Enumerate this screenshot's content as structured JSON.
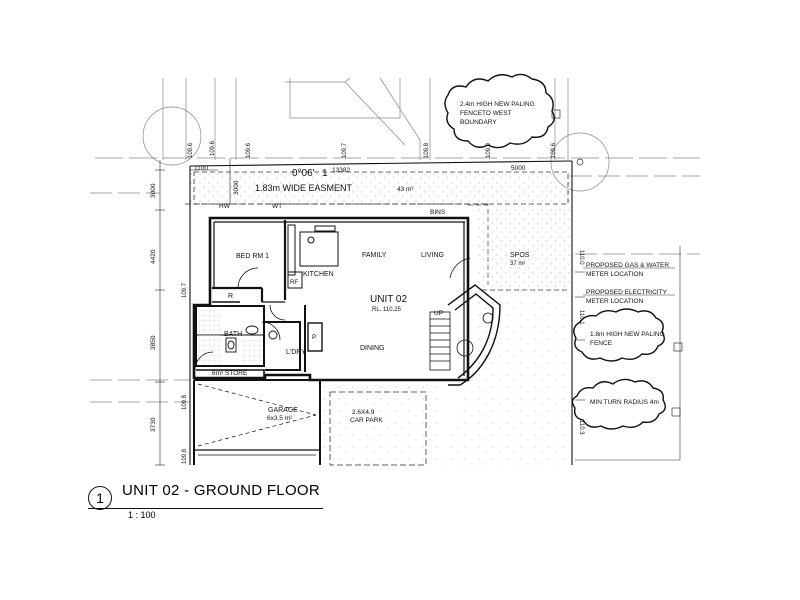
{
  "drawing": {
    "title": "UNIT 02 - GROUND FLOOR",
    "view_number": "1",
    "scale": "1 : 100"
  },
  "bearings": {
    "top_bearing": "0°06'",
    "bearing_partial": "1",
    "top_dimension": "13382"
  },
  "dimensions": {
    "left_offset": "1100",
    "right_offset": "5000",
    "easement_depth": "3000",
    "left_3000": "3000",
    "left_4420": "4420",
    "left_3850": "3850",
    "left_3730": "3730",
    "rotated_top": [
      "109.6",
      "109.6",
      "109.6",
      "109.7",
      "109.8",
      "109.9",
      "109.6"
    ],
    "rotated_left": [
      "109.7",
      "109.8",
      "109.8"
    ],
    "rotated_right": [
      "110.0",
      "110.1",
      "110.3"
    ]
  },
  "easement": {
    "label": "1.83m WIDE EASMENT",
    "area": "43 m²"
  },
  "rooms": {
    "bed": "BED RM 1",
    "kitchen": "KITCHEN",
    "family": "FAMILY",
    "living": "LIVING",
    "bath": "BATH",
    "ldry": "L'DRY",
    "dining": "DINING",
    "store": "6m³ STORE",
    "robe": "R",
    "pantry": "P",
    "fridge": "RF",
    "hw": "HW",
    "wt": "WT",
    "bins": "BINS",
    "up": "UP"
  },
  "unit": {
    "name": "UNIT 02",
    "rl": "RL. 110.25"
  },
  "garage": {
    "label": "GARAGE",
    "size": "6x3.5 m²"
  },
  "carpark": {
    "size": "2.6X4.9",
    "label": "CAR PARK"
  },
  "spos": {
    "label": "SPOS",
    "area": "37 m²"
  },
  "notes": {
    "fence_top": [
      "2.4m HIGH NEW PALING",
      "FENCETO WEST",
      "BOUNDARY"
    ],
    "gas_water": [
      "PROPOSED GAS & WATER",
      "METER LOCATION"
    ],
    "electricity": [
      "PROPOSED ELECTRICITY",
      "METER LOCATION"
    ],
    "fence_right": [
      "1.8m HIGH NEW PALING",
      "FENCE"
    ],
    "turn_radius": "MIN TURN RADIUS 4m"
  }
}
